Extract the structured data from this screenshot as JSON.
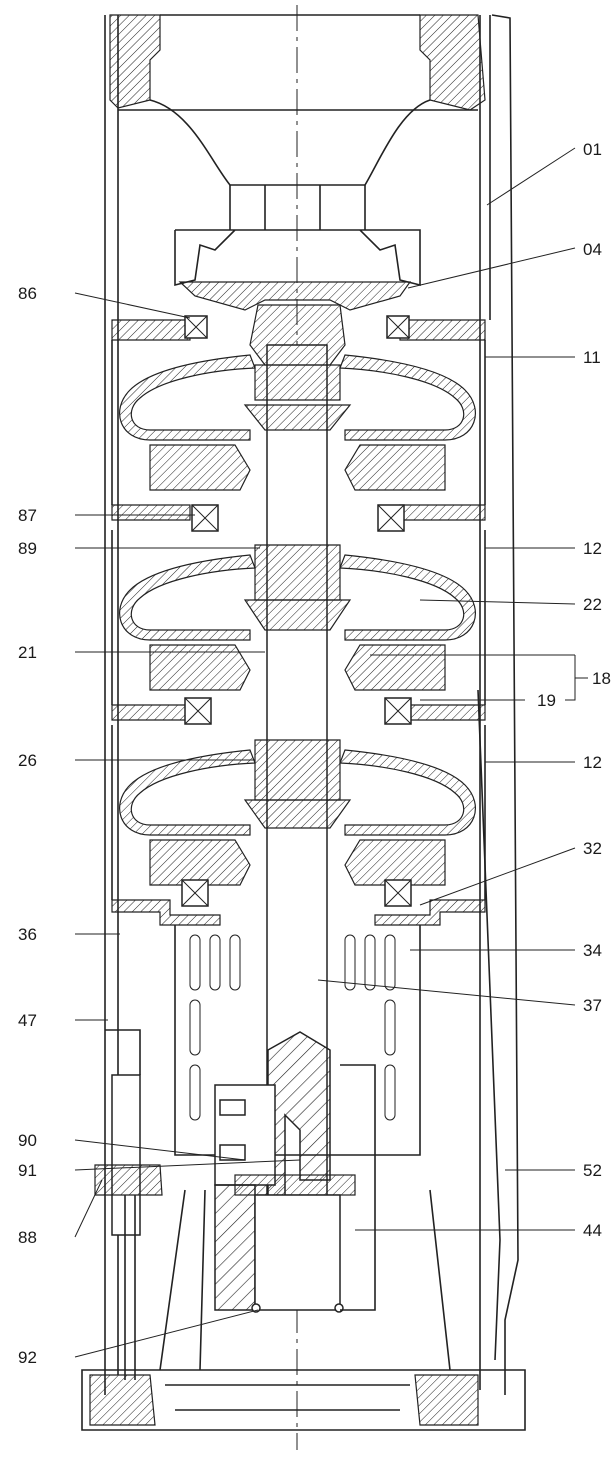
{
  "callouts": {
    "left": [
      "86",
      "87",
      "89",
      "21",
      "26",
      "36",
      "47",
      "90",
      "91",
      "88",
      "92"
    ],
    "right": [
      "01",
      "04",
      "11",
      "12",
      "22",
      "18",
      "19",
      "12",
      "32",
      "34",
      "37",
      "52",
      "44"
    ]
  },
  "colors": {
    "line": "#222222",
    "background": "#ffffff"
  }
}
